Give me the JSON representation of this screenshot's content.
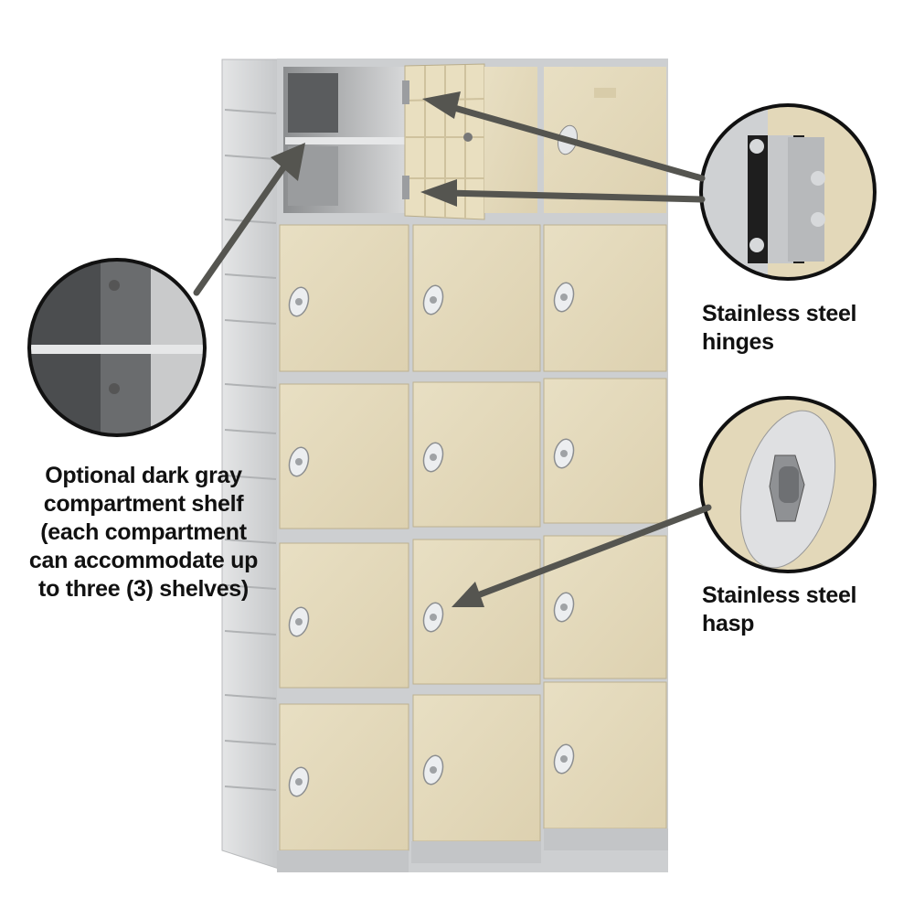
{
  "product": {
    "name": "Plastic locker, 3 wide x 5 high, tan doors with gray frame",
    "door_color": "#e3d8b9",
    "frame_color": "#c9cbcd",
    "columns": 3,
    "rows": 5,
    "open_door": {
      "row": 1,
      "column": 2
    }
  },
  "callouts": [
    {
      "id": "shelf",
      "lines": [
        "Optional dark gray",
        "compartment shelf",
        "(each compartment",
        "can accommodate up",
        "to three (3) shelves)"
      ]
    },
    {
      "id": "hinges",
      "lines": [
        "Stainless steel",
        "hinges"
      ]
    },
    {
      "id": "hasp",
      "lines": [
        "Stainless steel",
        "hasp"
      ]
    }
  ],
  "colors": {
    "arrow": "#555550",
    "callout_ring": "#111111",
    "text": "#111111"
  }
}
